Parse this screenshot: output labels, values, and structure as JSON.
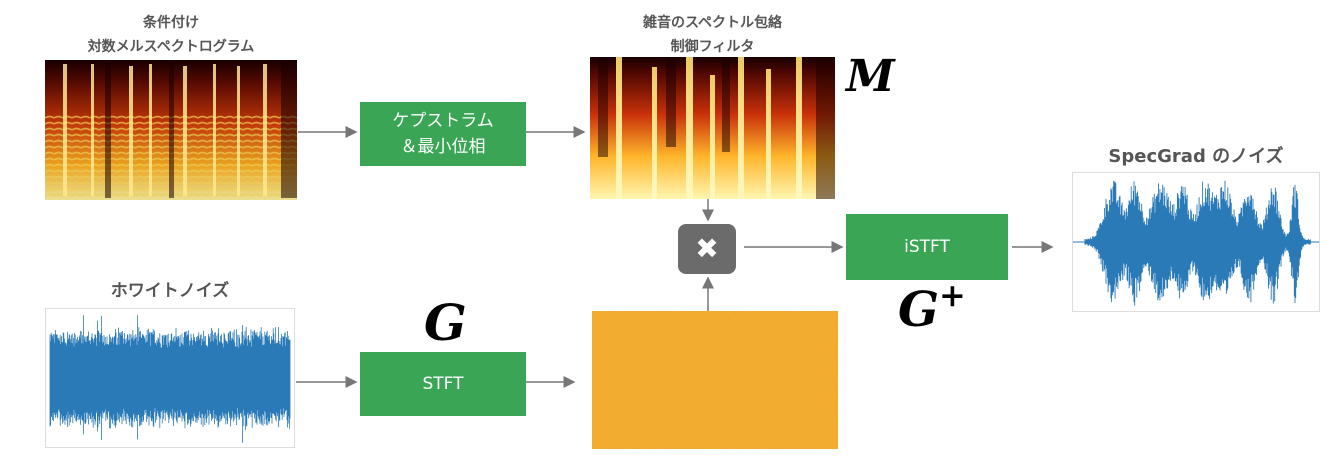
{
  "labels": {
    "cond_line1": "条件付け",
    "cond_line2": "対数メルスペクトログラム",
    "env_line1": "雑音のスペクトル包絡",
    "env_line2": "制御フィルタ",
    "white_noise": "ホワイトノイズ",
    "specgrad": "SpecGrad のノイズ"
  },
  "boxes": {
    "cepstrum_line1": "ケプストラム",
    "cepstrum_line2": "＆最小位相",
    "stft": "STFT",
    "istft": "iSTFT"
  },
  "math": {
    "M": "M",
    "G": "G",
    "G_plus": "G",
    "plus_sup": "+"
  },
  "operator": {
    "symbol": "✖",
    "icon": "multiply-icon"
  },
  "colors": {
    "box_green": "#3aa655",
    "operator_gray": "#6b6b6b",
    "waveform_blue": "#2a7ab8",
    "arrow_gray": "#777777",
    "label_gray": "#555555"
  }
}
